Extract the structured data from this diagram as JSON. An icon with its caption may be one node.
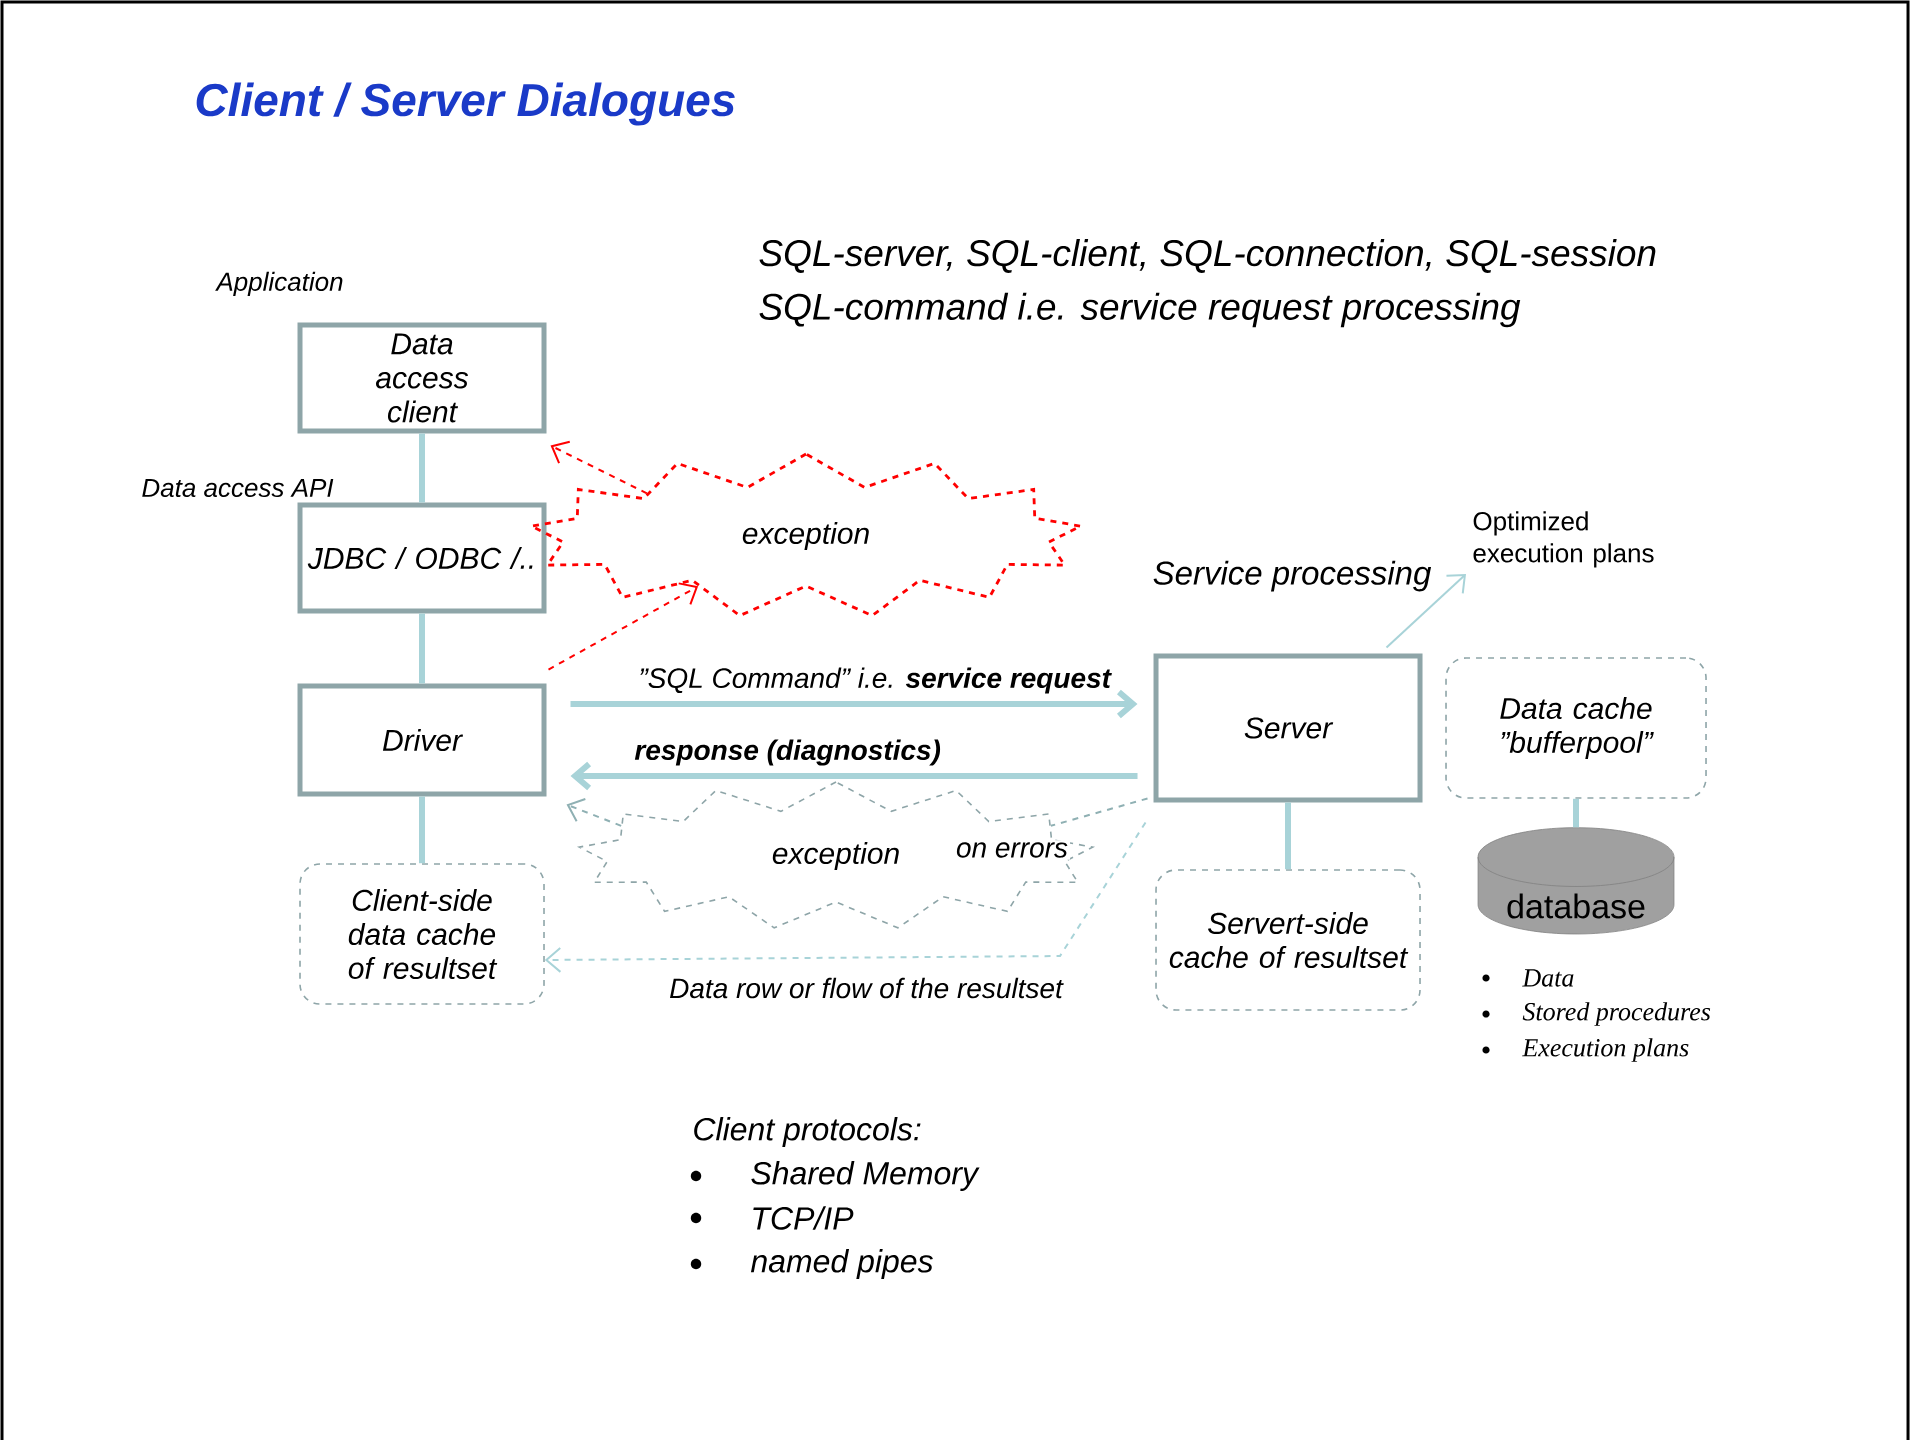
{
  "diagram": {
    "title": "Client / Server Dialogues",
    "nodes": [
      {
        "text": [
          "Data access client"
        ]
      },
      {
        "text": [
          "JDBC / ODBC /.."
        ]
      },
      {
        "text": [
          "Driver"
        ]
      },
      {
        "text": [
          "Client-side data cache of resultset"
        ]
      },
      {
        "text": [
          "exception"
        ]
      },
      {
        "text": [
          "Server"
        ]
      },
      {
        "text": [
          "Servert-side cache of resultset"
        ]
      },
      {
        "text": [
          "Data cache ”bufferpool”"
        ]
      },
      {
        "text": [
          "database"
        ]
      },
      {
        "text": [
          "exception"
        ]
      },
      {
        "text": [
          "Optimized execution plans"
        ]
      }
    ],
    "edges": [
      {
        "from": 0,
        "to": 1,
        "arrow": "none"
      },
      {
        "from": 1,
        "to": 2,
        "arrow": "none"
      },
      {
        "from": 2,
        "to": 3,
        "arrow": "none"
      },
      {
        "from": 5,
        "to": 6,
        "arrow": "none"
      },
      {
        "from": 7,
        "to": 8,
        "arrow": "none"
      },
      {
        "from": 2,
        "to": 5,
        "arrow": "to",
        "label": "”SQL Command” i.e. **service request**"
      },
      {
        "from": 5,
        "to": 2,
        "arrow": "to",
        "label": "response   (diagnostics)"
      },
      {
        "from": 2,
        "to": 4,
        "arrow": "to",
        "style": "dashed",
        "color": "#ff0000"
      },
      {
        "from": 4,
        "to": 0,
        "arrow": "to",
        "style": "dashed",
        "color": "#ff0000"
      },
      {
        "from": 5,
        "to": 9,
        "arrow": "none",
        "style": "dashed",
        "color": "#8fb0b3",
        "label": "on errors"
      },
      {
        "from": 9,
        "to": 2,
        "arrow": "to",
        "style": "dashed",
        "color": "#8fb0b3"
      },
      {
        "from": 5,
        "to": 3,
        "arrow": "to",
        "style": "dashed",
        "label": "Data row or flow of the resultset"
      },
      {
        "from": 5,
        "to": 10,
        "arrow": "to"
      }
    ],
    "labels": [
      "Application",
      "Data access API",
      "SQL-server, SQL-client, SQL-connection, SQL-session",
      "SQL-command  i.e. service request processing",
      "Service processing",
      "Data",
      "Stored procedures",
      "Execution plans",
      "Client protocols:",
      "Shared Memory",
      "TCP/IP",
      "named pipes"
    ]
  }
}
